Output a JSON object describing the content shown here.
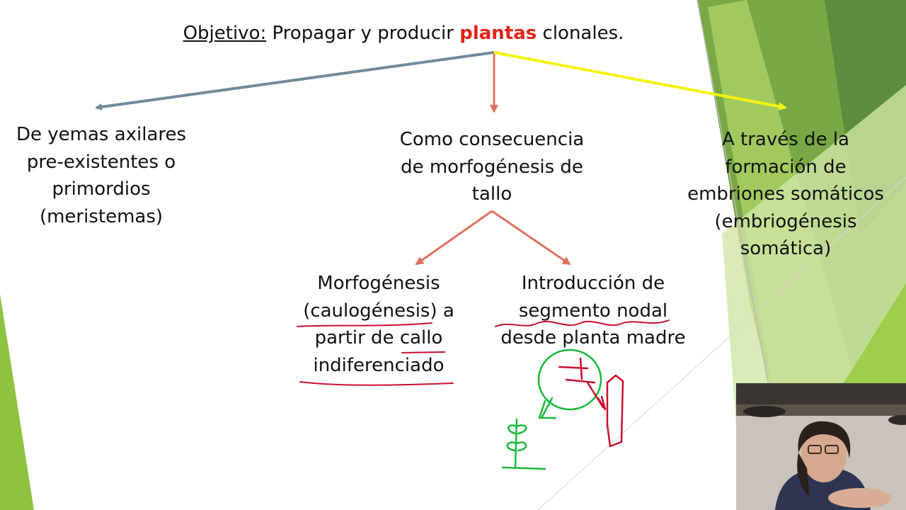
{
  "slide": {
    "title": {
      "label": "Objetivo:",
      "text_before": " Propagar y producir ",
      "highlight": "plantas",
      "text_after": " clonales."
    },
    "branches": {
      "left": [
        "De yemas axilares",
        "pre-existentes o",
        "primordios",
        "(meristemas)"
      ],
      "center": [
        "Como consecuencia",
        "de morfogénesis de",
        "tallo"
      ],
      "right": [
        "A través de la",
        "formación de",
        "embriones somáticos",
        "(embriogénesis",
        "somática)"
      ]
    },
    "sub_branches": {
      "left": [
        "Morfogénesis",
        "(caulogénesis) a",
        "partir de callo",
        "indiferenciado"
      ],
      "right": [
        "Introducción de",
        "segmento nodal",
        "desde planta madre"
      ]
    }
  },
  "colors": {
    "highlight": "#e32219",
    "arrow_left": "#6f8b99",
    "arrow_center": "#e0725f",
    "arrow_right": "#f2f20f",
    "ink_red": "#c8102e",
    "ink_green": "#19b83a",
    "theme_green_dark": "#5b8d3c",
    "theme_green_light": "#9fcd4c"
  }
}
